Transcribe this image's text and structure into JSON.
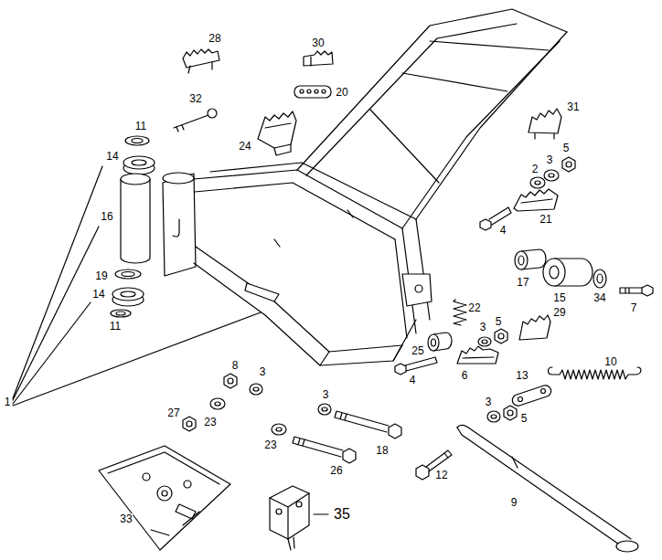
{
  "diagram": {
    "labels": [
      "28",
      "30",
      "20",
      "32",
      "31",
      "11",
      "24",
      "5",
      "14",
      "3",
      "2",
      "16",
      "21",
      "4",
      "17",
      "15",
      "34",
      "7",
      "19",
      "14",
      "22",
      "11",
      "29",
      "5",
      "3",
      "25",
      "10",
      "6",
      "4",
      "13",
      "8",
      "3",
      "1",
      "3",
      "5",
      "27",
      "23",
      "3",
      "23",
      "18",
      "26",
      "12",
      "9",
      "33",
      "35"
    ]
  }
}
